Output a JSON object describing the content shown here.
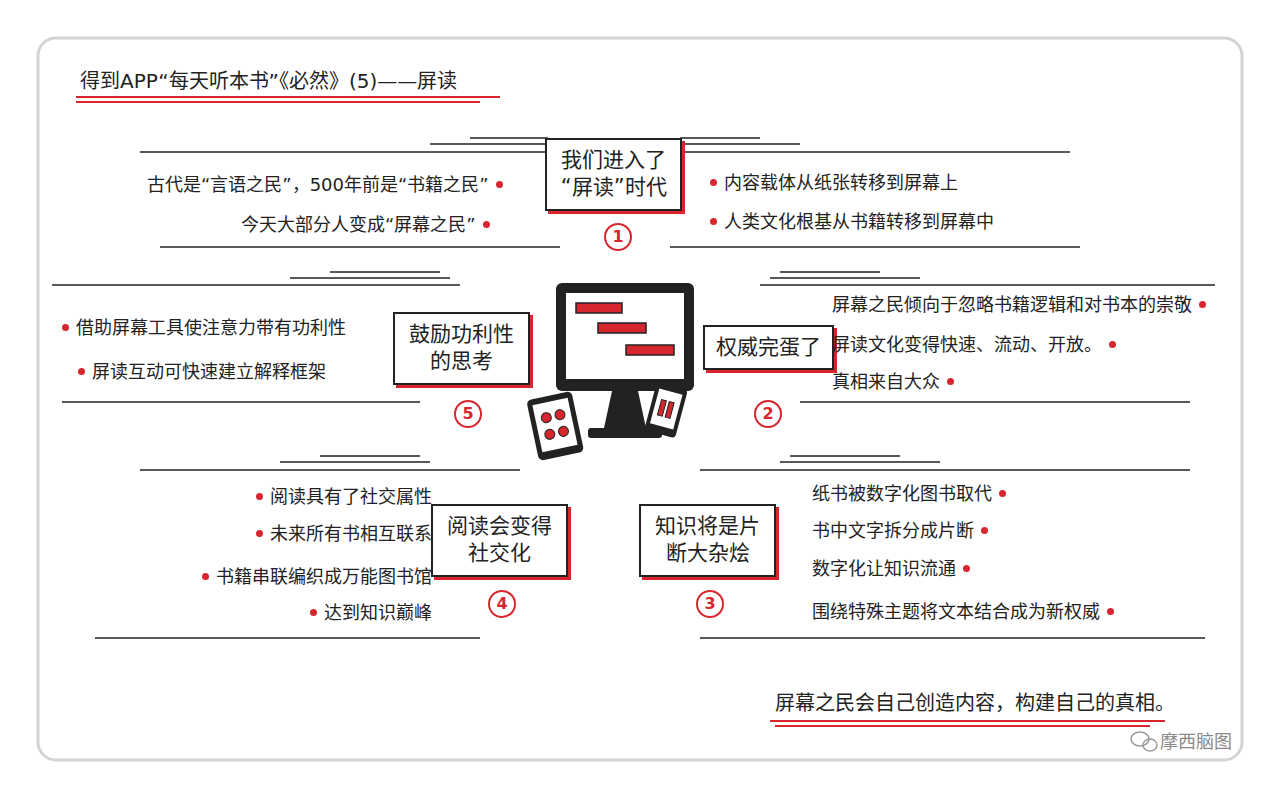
{
  "diagram": {
    "title": "得到APP“每天听本书”《必然》(5)——屏读",
    "caption": "屏幕之民会自己创造内容，构建自己的真相。",
    "nodes": [
      {
        "text": [
          "我们进入了“屏读”时代"
        ]
      },
      {
        "text": [
          "权威完蛋了"
        ]
      },
      {
        "text": [
          "知识将是片断大杂烩"
        ]
      },
      {
        "text": [
          "阅读会变得社交化"
        ]
      },
      {
        "text": [
          "鼓励功利性的思考"
        ]
      }
    ],
    "labels": [
      "1",
      "2",
      "3",
      "4",
      "5",
      "古代是“言语之民”，500年前是“书籍之民”",
      "今天大部分人变成“屏幕之民”",
      "内容载体从纸张转移到屏幕上",
      "人类文化根基从书籍转移到屏幕中",
      "屏幕之民倾向于忽略书籍逻辑和对书本的崇敬",
      "屏读文化变得快速、流动、开放。",
      "真相来自大众",
      "纸书被数字化图书取代",
      "书中文字拆分成片断",
      "数字化让知识流通",
      "围绕特殊主题将文本结合成为新权威",
      "阅读具有了社交属性",
      "未来所有书相互联系",
      "书籍串联编织成万能图书馆",
      "达到知识巅峰",
      "借助屏幕工具使注意力带有功利性",
      "屏读互动可快速建立解释框架",
      "摩西脑图"
    ]
  }
}
